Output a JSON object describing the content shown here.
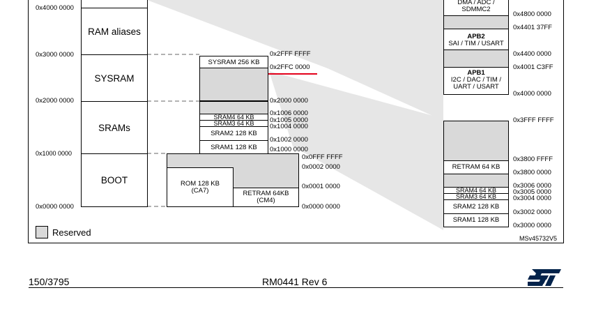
{
  "memory_map": {
    "main_column": {
      "addresses": [
        "0x4000 0000",
        "0x3000 0000",
        "0x2000 0000",
        "0x1000 0000",
        "0x0000 0000"
      ],
      "regions": [
        "RAM aliases",
        "SYSRAM",
        "SRAMs",
        "BOOT"
      ]
    },
    "sysram_detail": {
      "block_label": "SYSRAM 256 KB",
      "addresses": [
        "0x2FFF FFFF",
        "0x2FFC 0000",
        "0x2000 0000"
      ],
      "highlight_color": "#e3001b"
    },
    "srams_detail": {
      "blocks": [
        "SRAM4 64 KB",
        "SRAM3 64 KB",
        "SRAM2 128 KB",
        "SRAM1 128 KB"
      ],
      "addresses": [
        "0x1006 0000",
        "0x1005 0000",
        "0x1004 0000",
        "0x1002 0000",
        "0x1000 0000"
      ]
    },
    "boot_detail": {
      "rom_label": "ROM 128 KB",
      "rom_sub": "(CA7)",
      "retram_label": "RETRAM 64KB",
      "retram_sub": "(CM4)",
      "addresses": [
        "0x0FFF FFFF",
        "0x0002 0000",
        "0x0001 0000",
        "0x0000 0000"
      ]
    },
    "peripheral_column": {
      "dma_label": "DMA / ADC /",
      "dma_label2": "SDMMC2",
      "apb2_title": "APB2",
      "apb2_sub": "SAI / TIM / USART",
      "apb1_title": "APB1",
      "apb1_sub1": "I2C / DAC / TIM /",
      "apb1_sub2": "UART / USART",
      "addresses": [
        "0x4800 0000",
        "0x4401 37FF",
        "0x4400 0000",
        "0x4001 C3FF",
        "0x4000 0000"
      ]
    },
    "alias_column": {
      "retram_label": "RETRAM 64 KB",
      "sram_blocks": [
        "SRAM4 64 KB",
        "SRAM3 64 KB",
        "SRAM2 128 KB",
        "SRAM1 128 KB"
      ],
      "addresses": [
        "0x3FFF FFFF",
        "0x3800 FFFF",
        "0x3800 0000",
        "0x3006 0000",
        "0x3005 0000",
        "0x3004 0000",
        "0x3002 0000",
        "0x3000 0000"
      ]
    },
    "legend": {
      "reserved_label": "Reserved"
    },
    "figure_id": "MSv45732V5"
  },
  "footer": {
    "page": "150/3795",
    "doc": "RM0441 Rev 6",
    "logo_text": "ST"
  },
  "colors": {
    "reserved": "#d9d9d9",
    "logo": "#03234b",
    "highlight": "#e3001b"
  }
}
